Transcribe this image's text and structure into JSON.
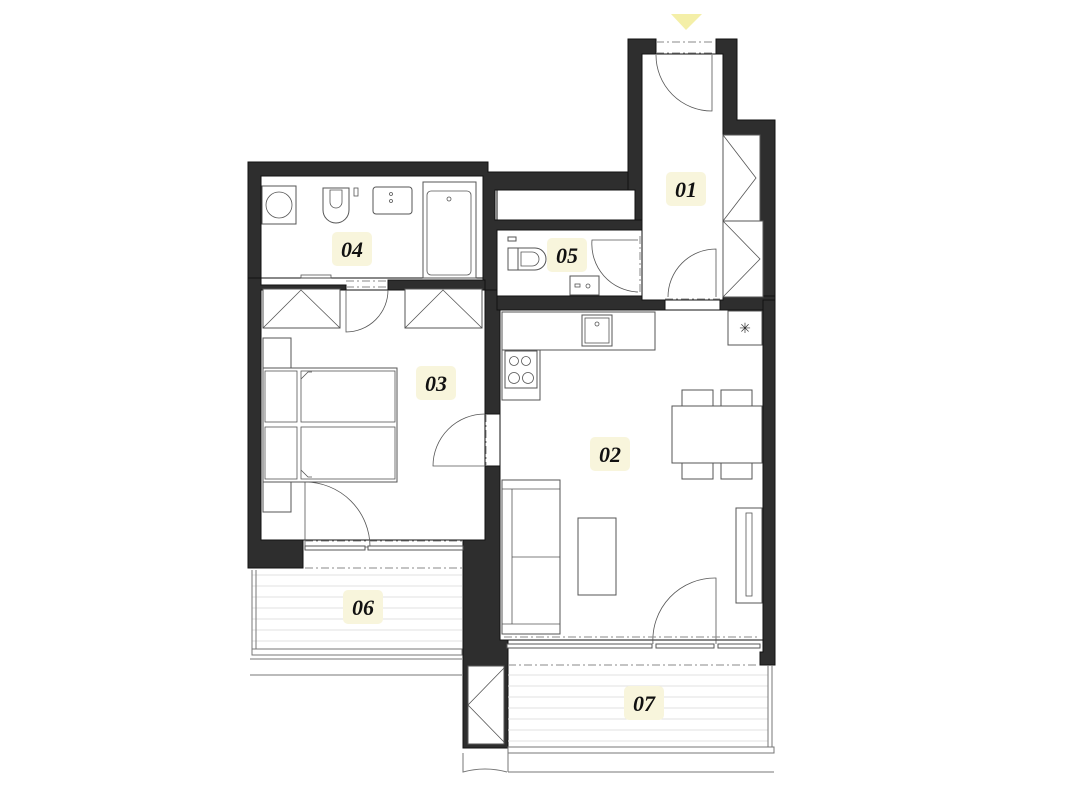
{
  "plan": {
    "type": "apartment-floor-plan",
    "entrance_marker": "entrance-arrow",
    "colors": {
      "wall": "#2e2e2e",
      "label_background": "#f8f5dc",
      "entrance_arrow": "#f4efa8",
      "line": "#555555"
    },
    "rooms": [
      {
        "id": "01",
        "label": "01",
        "name": "hallway"
      },
      {
        "id": "02",
        "label": "02",
        "name": "living-kitchen"
      },
      {
        "id": "03",
        "label": "03",
        "name": "bedroom"
      },
      {
        "id": "04",
        "label": "04",
        "name": "bathroom"
      },
      {
        "id": "05",
        "label": "05",
        "name": "toilet"
      },
      {
        "id": "06",
        "label": "06",
        "name": "balcony"
      },
      {
        "id": "07",
        "label": "07",
        "name": "terrace"
      }
    ],
    "fixtures": {
      "bathroom": [
        "washing-machine",
        "toilet",
        "sink",
        "bathtub"
      ],
      "toilet_room": [
        "toilet",
        "hand-sink"
      ],
      "kitchen": [
        "counter",
        "sink",
        "cooktop",
        "boiler"
      ],
      "living": [
        "dining-table",
        "chairs",
        "sofa",
        "coffee-table",
        "tv-unit"
      ],
      "bedroom": [
        "double-bed",
        "nightstands",
        "wardrobes"
      ],
      "hallway": [
        "wardrobes"
      ]
    }
  }
}
